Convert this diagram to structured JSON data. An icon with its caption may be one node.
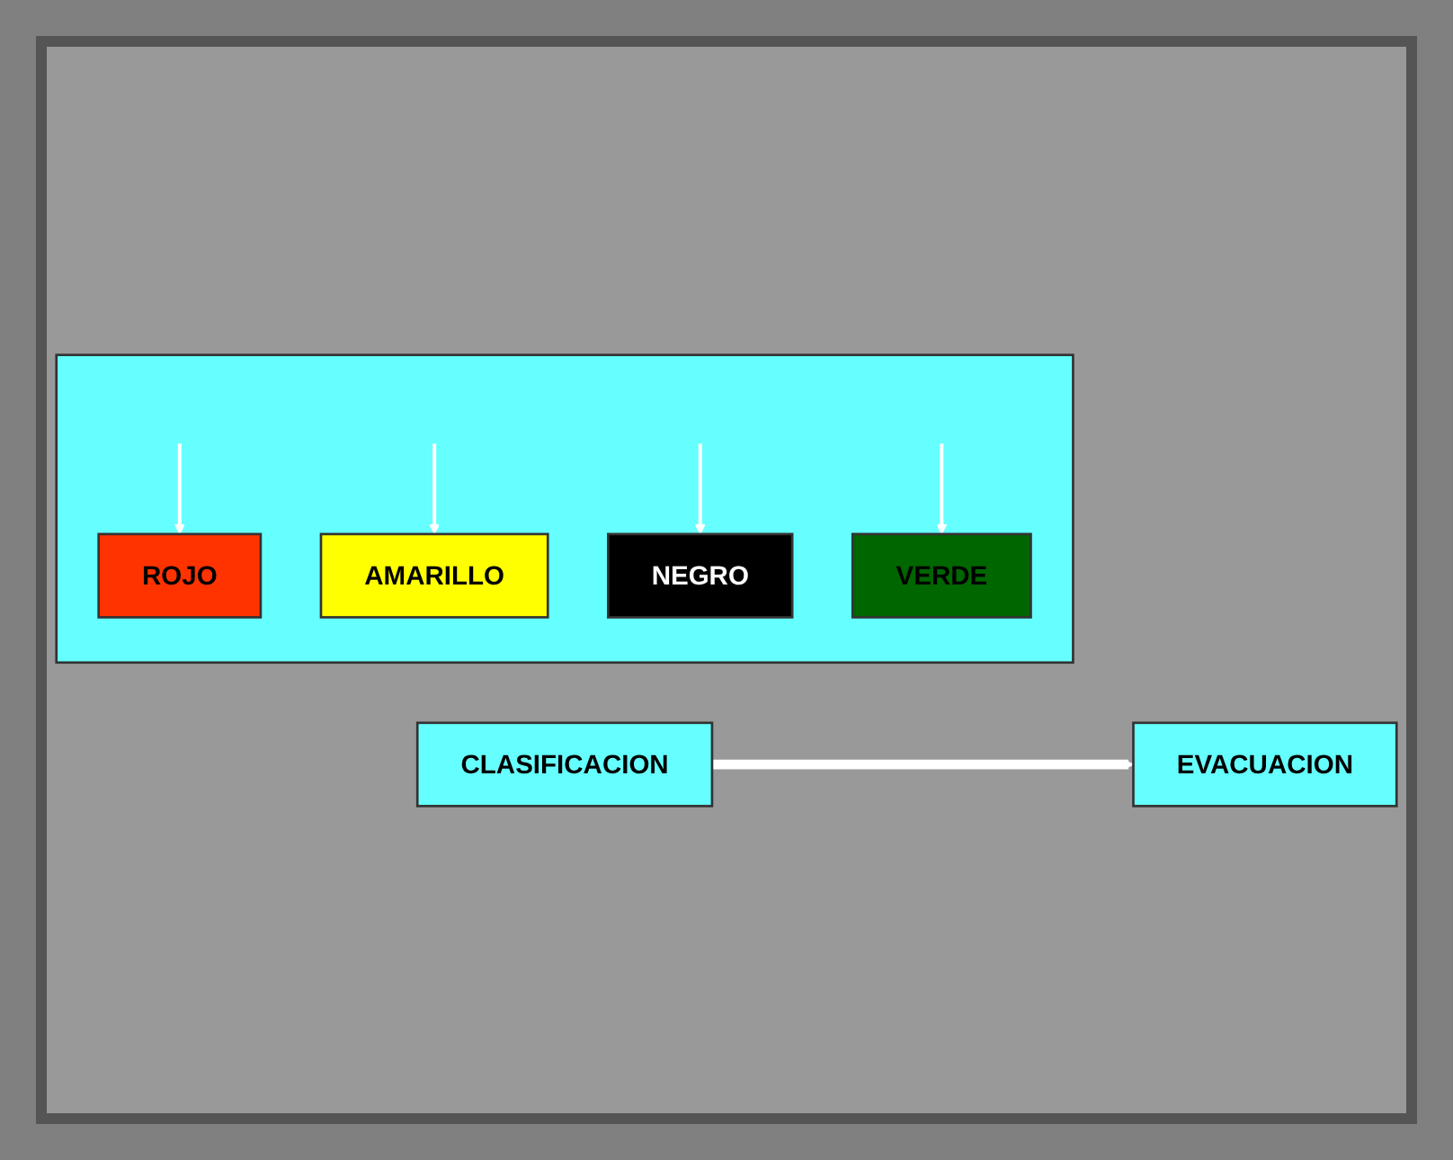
{
  "diagram": {
    "nodes": [
      {
        "text": [
          "CLASIFICACION"
        ]
      },
      {
        "text": [],
        "shape": "box"
      },
      {
        "text": [
          "ROJO"
        ],
        "in": 1
      },
      {
        "text": [
          "AMARILLO"
        ],
        "in": 1
      },
      {
        "text": [
          "NEGRO"
        ],
        "in": 1
      },
      {
        "text": [
          "VERDE"
        ],
        "in": 1
      },
      {
        "text": [
          "EVACUACION"
        ]
      }
    ],
    "edges": [
      {
        "from": 0,
        "to": 6,
        "arrow": "to",
        "style": "thick"
      },
      {
        "from": null,
        "to": 2,
        "arrow": "to"
      },
      {
        "from": null,
        "to": 3,
        "arrow": "to"
      },
      {
        "from": null,
        "to": 4,
        "arrow": "to"
      },
      {
        "from": null,
        "to": 5,
        "arrow": "to"
      }
    ]
  }
}
